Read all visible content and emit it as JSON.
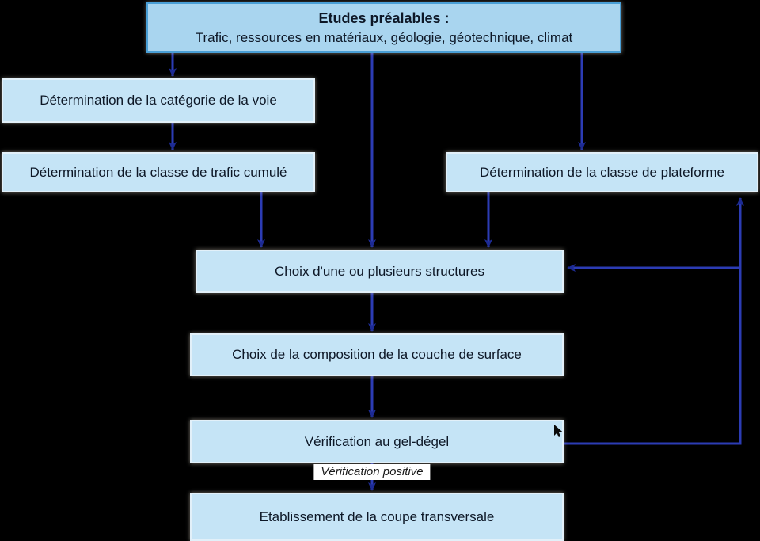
{
  "colors": {
    "bg": "#000000",
    "title-fill": "#a9d5ef",
    "title-border": "#4a9fd6",
    "box-fill": "#c5e4f6",
    "box-border": "#e2f0f9",
    "line": "#2c3cb4",
    "head": "#1d2b94",
    "text": "#0d1726",
    "label-bg": "#ffffff"
  },
  "flowchart": {
    "title_box": {
      "title": "Etudes préalables :",
      "subtitle": "Trafic, ressources en matériaux, géologie, géotechnique, climat"
    },
    "boxes": {
      "categorie": {
        "label": "Détermination de la catégorie de la voie"
      },
      "trafic": {
        "label": "Détermination de la classe de trafic cumulé"
      },
      "plateforme": {
        "label": "Détermination de la classe de plateforme"
      },
      "structures": {
        "label": "Choix d'une ou plusieurs structures"
      },
      "surface": {
        "label": "Choix de la composition de la couche de surface"
      },
      "gel": {
        "label": "Vérification au gel-dégel"
      },
      "coupe": {
        "label": "Etablissement de la coupe transversale"
      }
    },
    "edge_label": "Vérification positive"
  }
}
